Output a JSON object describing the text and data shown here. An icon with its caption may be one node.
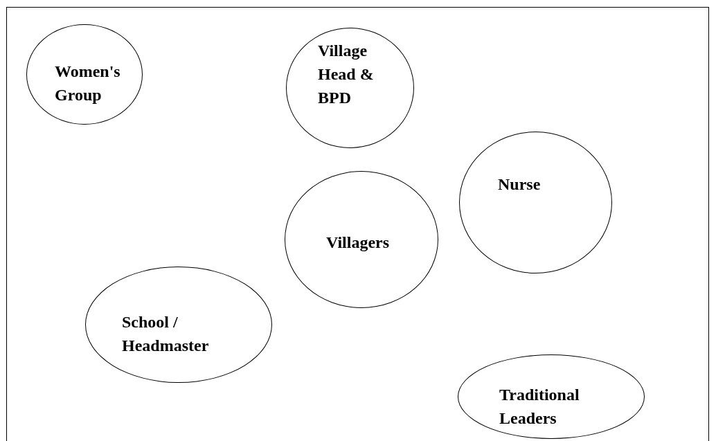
{
  "diagram": {
    "nodes": [
      {
        "text": [
          "Women's Group"
        ]
      },
      {
        "text": [
          "Village Head & BPD"
        ]
      },
      {
        "text": [
          "Nurse"
        ]
      },
      {
        "text": [
          "Villagers"
        ]
      },
      {
        "text": [
          "School / Headmaster"
        ]
      },
      {
        "text": [
          "Traditional Leaders"
        ]
      }
    ]
  }
}
